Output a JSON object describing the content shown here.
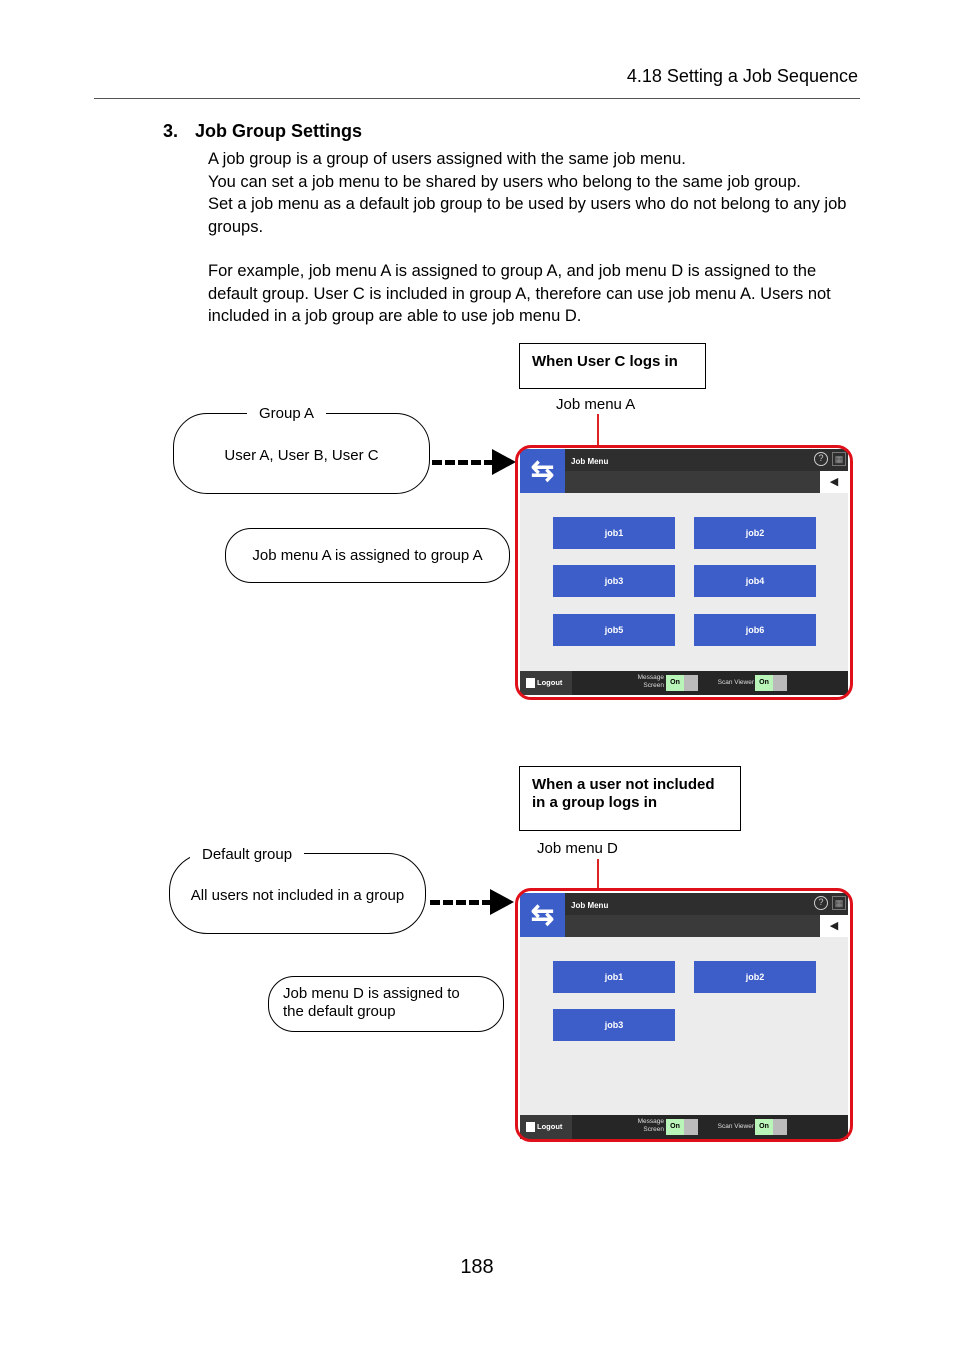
{
  "header": {
    "title": "4.18 Setting a Job Sequence"
  },
  "section": {
    "number": "3.",
    "title": "Job Group Settings",
    "para1": [
      "A job group is a group of users assigned with the same job menu.",
      "You can set a job menu to be shared by users who belong to the same job group.",
      "Set a job menu as a default job group to be used by users who do not belong to any job groups."
    ],
    "para2": "For example, job menu A is assigned to group A, and job menu D is assigned to the default group. User C is included in group A, therefore can use job menu A. Users not included in a job group are able to use job menu D."
  },
  "diagram1": {
    "caption": "When User C logs in",
    "menu_label": "Job menu A",
    "group_label": "Group A",
    "group_members": "User A, User B, User C",
    "assign_note": "Job menu A is assigned to group A",
    "screen": {
      "title": "Job Menu",
      "jobs": [
        "job1",
        "job2",
        "job3",
        "job4",
        "job5",
        "job6"
      ]
    }
  },
  "diagram2": {
    "caption_line1": "When a user not included",
    "caption_line2": "in a group logs in",
    "menu_label": "Job menu D",
    "group_label": "Default group",
    "group_members": "All users not included in a group",
    "assign_note_line1": "Job menu D is assigned to",
    "assign_note_line2": "the default group",
    "screen": {
      "title": "Job Menu",
      "jobs": [
        "job1",
        "job2",
        "job3"
      ]
    }
  },
  "screen_common": {
    "help_glyph": "?",
    "back_glyph": "◀",
    "logout_label": "Logout",
    "message_screen_line1": "Message",
    "message_screen_line2": "Screen",
    "scan_viewer_label": "Scan Viewer",
    "toggle_on": "On",
    "logo_icon": "double-arrow-icon",
    "accent_color": "#3d5ec8",
    "frame_color": "#e0101a"
  },
  "page_number": "188"
}
